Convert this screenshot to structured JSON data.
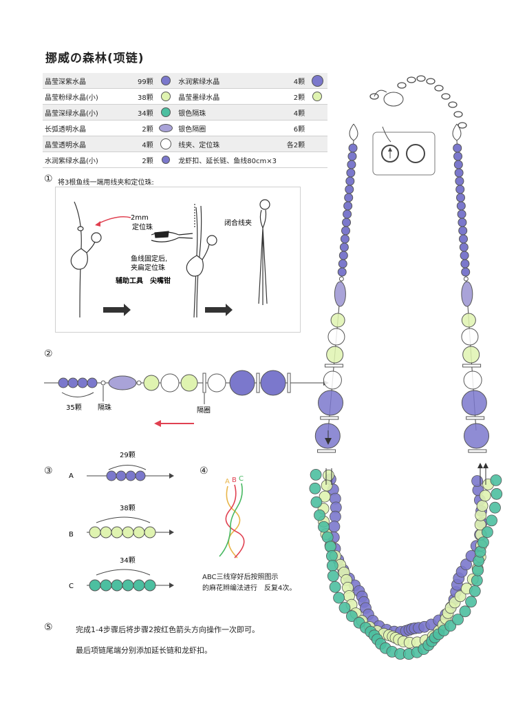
{
  "title": "挪威の森林(项链)",
  "materials": [
    {
      "left": {
        "name": "晶莹深紫水晶",
        "qty": "99颗",
        "bead": "purple-round"
      },
      "right": {
        "name": "水润紫绿水晶",
        "qty": "4颗",
        "bead": "purple-large"
      }
    },
    {
      "left": {
        "name": "晶莹粉绿水晶(小)",
        "qty": "38颗",
        "bead": "lightgreen-round"
      },
      "right": {
        "name": "晶莹墨绿水晶",
        "qty": "2颗",
        "bead": "lightgreen-round"
      }
    },
    {
      "left": {
        "name": "晶莹深绿水晶(小)",
        "qty": "34颗",
        "bead": "teal-round"
      },
      "right": {
        "name": "银色隔珠",
        "qty": "4颗",
        "bead": ""
      }
    },
    {
      "left": {
        "name": "长弧透明水晶",
        "qty": "2颗",
        "bead": "oval"
      },
      "right": {
        "name": "银色隔圈",
        "qty": "6颗",
        "bead": ""
      }
    },
    {
      "left": {
        "name": "晶莹透明水晶",
        "qty": "4颗",
        "bead": "clear-round"
      },
      "right": {
        "name": "线夹、定位珠",
        "qty": "各2颗",
        "bead": ""
      }
    },
    {
      "left": {
        "name": "水润紫绿水晶(小)",
        "qty": "2颗",
        "bead": "purple-small"
      },
      "right": {
        "name": "龙虾扣、延长链、鱼线80cm×3",
        "qty": "",
        "bead": ""
      }
    }
  ],
  "colors": {
    "purple": "#7b78cc",
    "lightgreen": "#dff3b0",
    "teal": "#4cbfa0",
    "clear": "#ffffff",
    "arrow_red": "#e04050",
    "oval": "#a9a3d8"
  },
  "step1": {
    "num": "①",
    "text": "将3根鱼线一端用线夹和定位珠:",
    "label_2mm": "2mm",
    "label_bead": "定位珠",
    "label_fix1": "鱼线固定后,",
    "label_fix2": "夹扁定位珠",
    "label_tools": "辅助工具　尖嘴钳",
    "label_close": "闭合线夹"
  },
  "step2": {
    "num": "②",
    "label_35": "35颗",
    "label_spacer": "隔珠",
    "label_ring": "隔圈"
  },
  "step3": {
    "num": "③",
    "rows": [
      {
        "letter": "A",
        "count": "29颗"
      },
      {
        "letter": "B",
        "count": "38颗"
      },
      {
        "letter": "C",
        "count": "34颗"
      }
    ]
  },
  "step4": {
    "num": "④",
    "letters": [
      "A",
      "B",
      "C"
    ],
    "text1": "ABC三线穿好后按照图示",
    "text2": "的麻花辫编法进行　反复4次。"
  },
  "step5": {
    "num": "⑤",
    "text1": "完成1-4步骤后将步骤2按红色箭头方向操作一次即可。",
    "text2": "最后项链尾端分别添加延长链和龙虾扣。"
  }
}
